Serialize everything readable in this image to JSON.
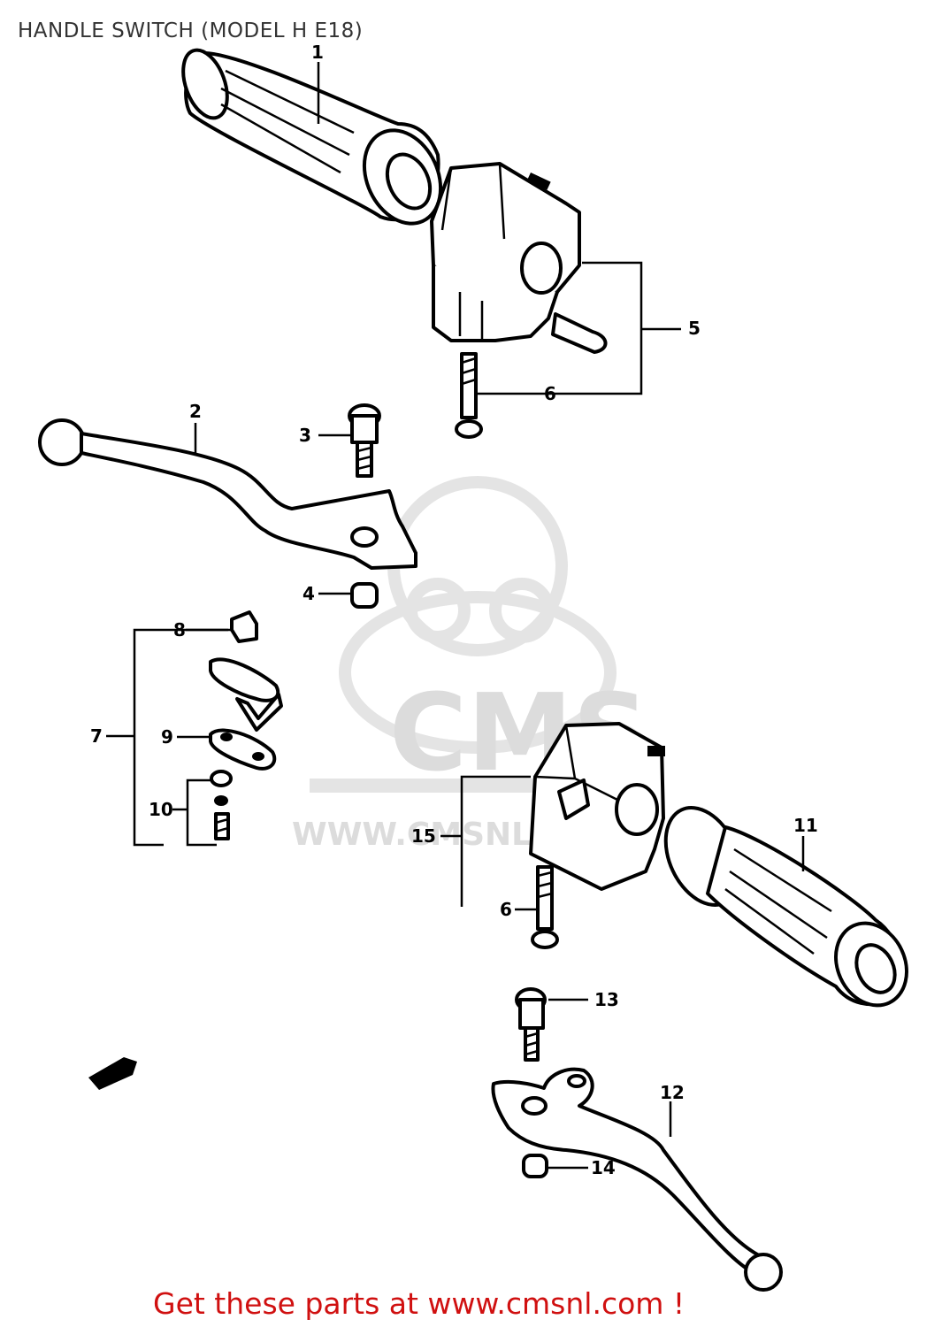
{
  "title": "HANDLE SWITCH (MODEL H E18)",
  "footer": "Get these parts at www.cmsnl.com !",
  "watermark": {
    "logo_text": "CMS",
    "url_text": "WWW.CMSNL.COM"
  },
  "callouts": {
    "c1": "1",
    "c2": "2",
    "c3": "3",
    "c4": "4",
    "c5": "5",
    "c6a": "6",
    "c6b": "6",
    "c7": "7",
    "c8": "8",
    "c9": "9",
    "c10": "10",
    "c11": "11",
    "c12": "12",
    "c13": "13",
    "c14": "14",
    "c15": "15"
  },
  "colors": {
    "footer": "#d01010",
    "title": "#333333",
    "watermark": "#e4e4e4"
  }
}
